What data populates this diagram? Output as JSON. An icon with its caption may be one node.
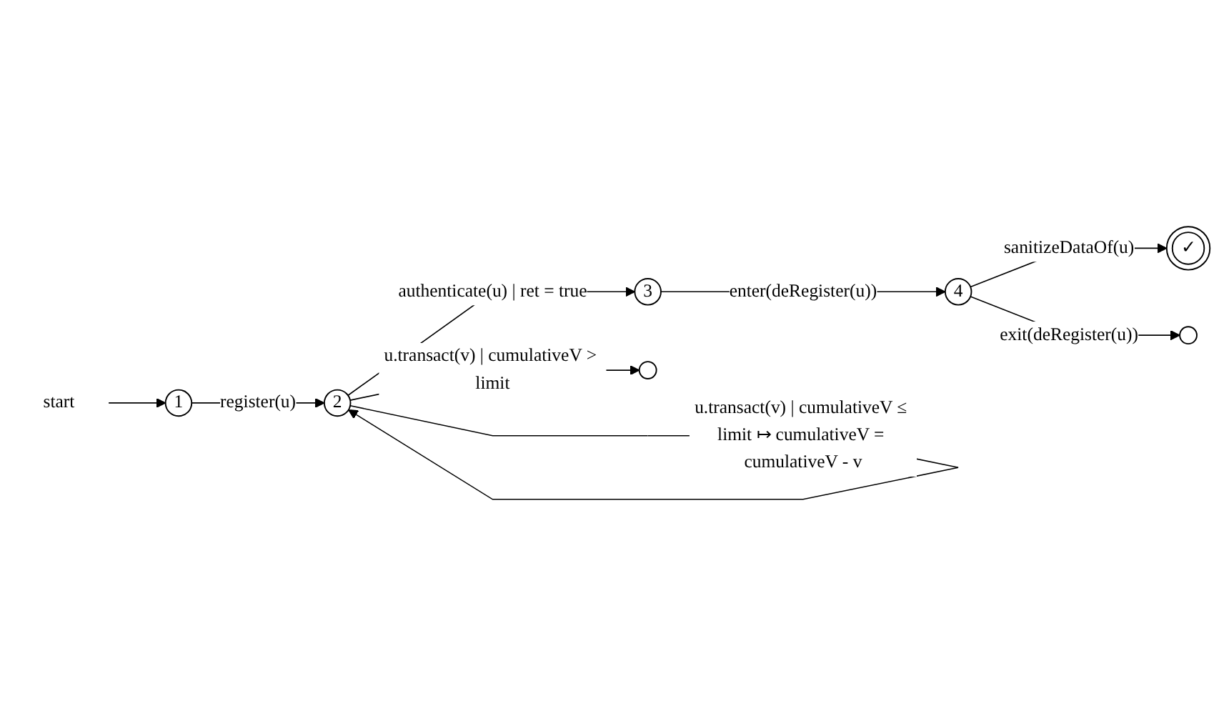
{
  "diagram": {
    "nodes": [
      {
        "text": [
          "start"
        ]
      },
      {
        "text": [
          "1"
        ]
      },
      {
        "text": [
          "2"
        ]
      },
      {
        "text": [
          "3"
        ]
      },
      {
        "text": [],
        "shape": "circle"
      },
      {
        "text": [
          "✓"
        ]
      },
      {
        "text": [
          "4"
        ]
      },
      {
        "text": [],
        "shape": "circle"
      }
    ],
    "edges": [
      {
        "from": 0,
        "to": 1,
        "arrow": "to"
      },
      {
        "from": 1,
        "to": 2,
        "label": "register(u)",
        "arrow": "to"
      },
      {
        "from": 2,
        "to": 2,
        "label": "u.transact(v) | cumulativeV ≤ limit ↦ cumulativeV = cumulativeV - v",
        "arrow": "to"
      },
      {
        "from": 2,
        "to": 3,
        "label": "authenticate(u) | ret = true",
        "arrow": "to"
      },
      {
        "from": 2,
        "to": 4,
        "label": "u.transact(v) | cumulativeV > limit",
        "arrow": "to"
      },
      {
        "from": 3,
        "to": 6,
        "label": "enter(deRegister(u))",
        "arrow": "to"
      },
      {
        "from": 6,
        "to": 5,
        "label": "sanitizeDataOf(u)",
        "arrow": "to"
      },
      {
        "from": 6,
        "to": 7,
        "label": "exit(deRegister(u))",
        "arrow": "to"
      }
    ]
  }
}
